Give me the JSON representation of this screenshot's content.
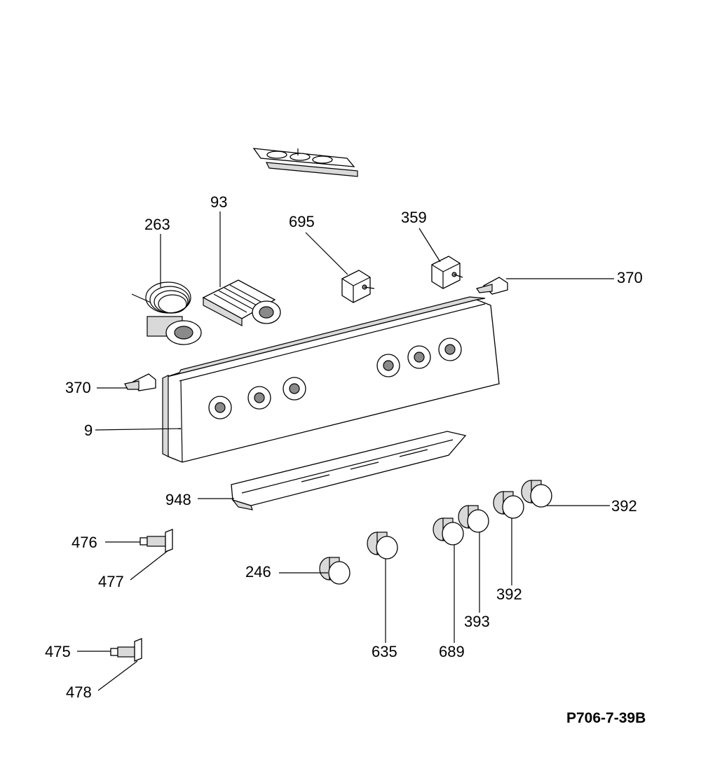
{
  "reference_code": "P706-7-39B",
  "parts": [
    {
      "id": "label-93",
      "text": "93"
    },
    {
      "id": "label-263",
      "text": "263"
    },
    {
      "id": "label-695",
      "text": "695"
    },
    {
      "id": "label-359",
      "text": "359"
    },
    {
      "id": "label-370-right",
      "text": "370"
    },
    {
      "id": "label-370-left",
      "text": "370"
    },
    {
      "id": "label-9",
      "text": "9"
    },
    {
      "id": "label-948",
      "text": "948"
    },
    {
      "id": "label-392-top",
      "text": "392"
    },
    {
      "id": "label-392-bottom",
      "text": "392"
    },
    {
      "id": "label-476",
      "text": "476"
    },
    {
      "id": "label-477",
      "text": "477"
    },
    {
      "id": "label-246",
      "text": "246"
    },
    {
      "id": "label-393",
      "text": "393"
    },
    {
      "id": "label-635",
      "text": "635"
    },
    {
      "id": "label-689",
      "text": "689"
    },
    {
      "id": "label-475",
      "text": "475"
    },
    {
      "id": "label-478",
      "text": "478"
    }
  ]
}
